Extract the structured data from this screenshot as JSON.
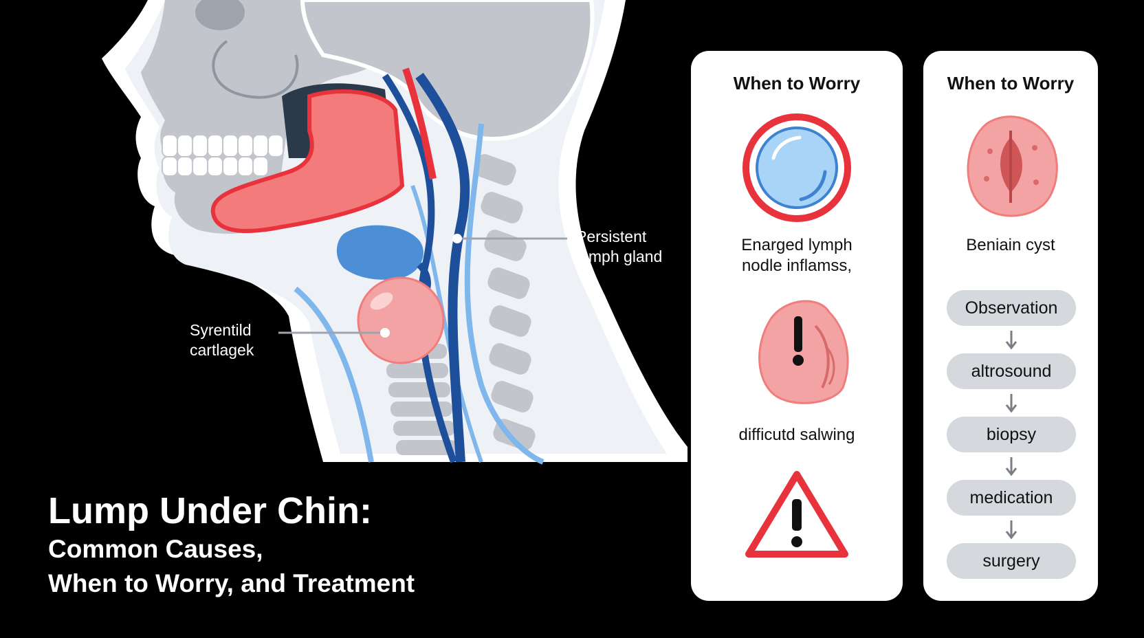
{
  "labels": {
    "gland": "Persistent\nlumph gland",
    "cartilage": "Syrentild\ncartlagek"
  },
  "title": {
    "main": "Lump Under Chin:",
    "sub": "Common Causes,\nWhen to Worry, and Treatment"
  },
  "card_left": {
    "heading": "When to Worry",
    "items": [
      {
        "icon": "lymph-node-circle-icon",
        "caption": "Enarged lymph\nnodle inflamss,"
      },
      {
        "icon": "tissue-warning-icon",
        "caption": "difficutd salwing"
      },
      {
        "icon": "warning-triangle-icon",
        "caption": ""
      }
    ]
  },
  "card_right": {
    "heading": "When to Worry",
    "icon": "cyst-icon",
    "caption": "Beniain cyst",
    "steps": [
      "Observation",
      "altrosound",
      "biopsy",
      "medication",
      "surgery"
    ]
  },
  "colors": {
    "background": "#000000",
    "skull": "#c2c6cc",
    "tongue": "#f47b7b",
    "vessel_blue": "#1d4f9a",
    "light_blue": "#7fb7ec",
    "lump_pink": "#f3a3a3",
    "alert_red": "#e8323c",
    "card": "#ffffff",
    "step_pill": "#d5d8dc"
  }
}
